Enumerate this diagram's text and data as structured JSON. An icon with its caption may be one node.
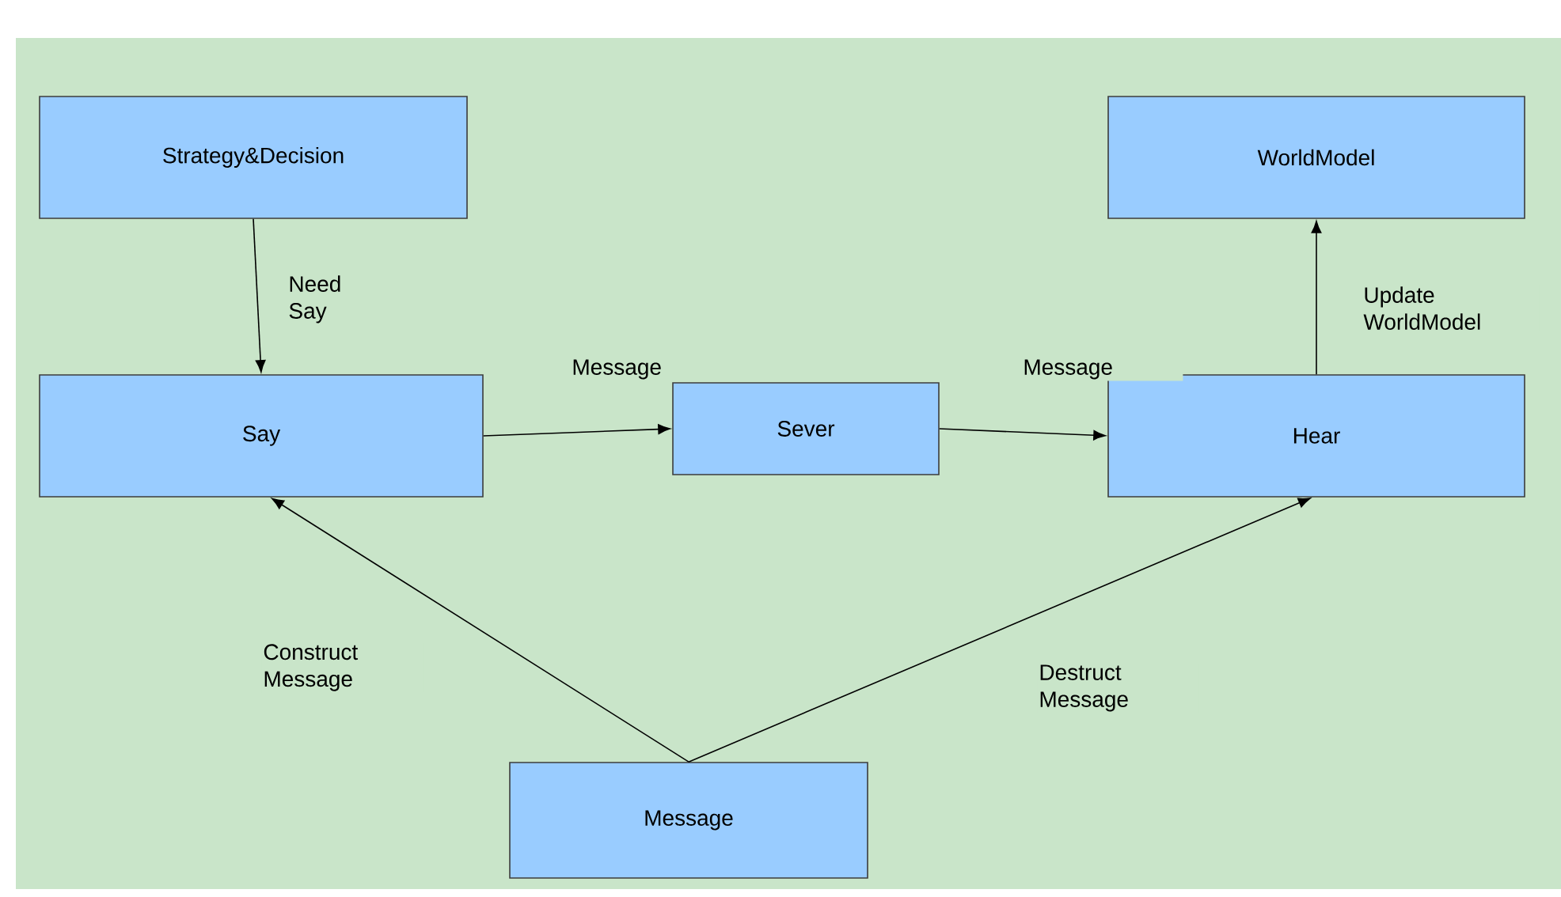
{
  "diagram": {
    "nodes": [
      {
        "text": [
          "Strategy&Decision"
        ]
      },
      {
        "text": [
          "WorldModel"
        ]
      },
      {
        "text": [
          "Say"
        ]
      },
      {
        "text": [
          "Sever"
        ]
      },
      {
        "text": [
          "Hear"
        ]
      },
      {
        "text": [
          "Message"
        ]
      }
    ],
    "edges": [
      {
        "from": 0,
        "to": 2,
        "arrow": "to",
        "label": "Need Say"
      },
      {
        "from": 2,
        "to": 3,
        "arrow": "to",
        "label": "Message"
      },
      {
        "from": 3,
        "to": 4,
        "arrow": "to",
        "label": "Message"
      },
      {
        "from": 4,
        "to": 1,
        "arrow": "to",
        "label": "Update WorldModel"
      },
      {
        "from": 5,
        "to": 2,
        "arrow": "to",
        "label": "Construct Message"
      },
      {
        "from": 5,
        "to": 4,
        "arrow": "to",
        "label": "Destruct Message"
      }
    ]
  }
}
